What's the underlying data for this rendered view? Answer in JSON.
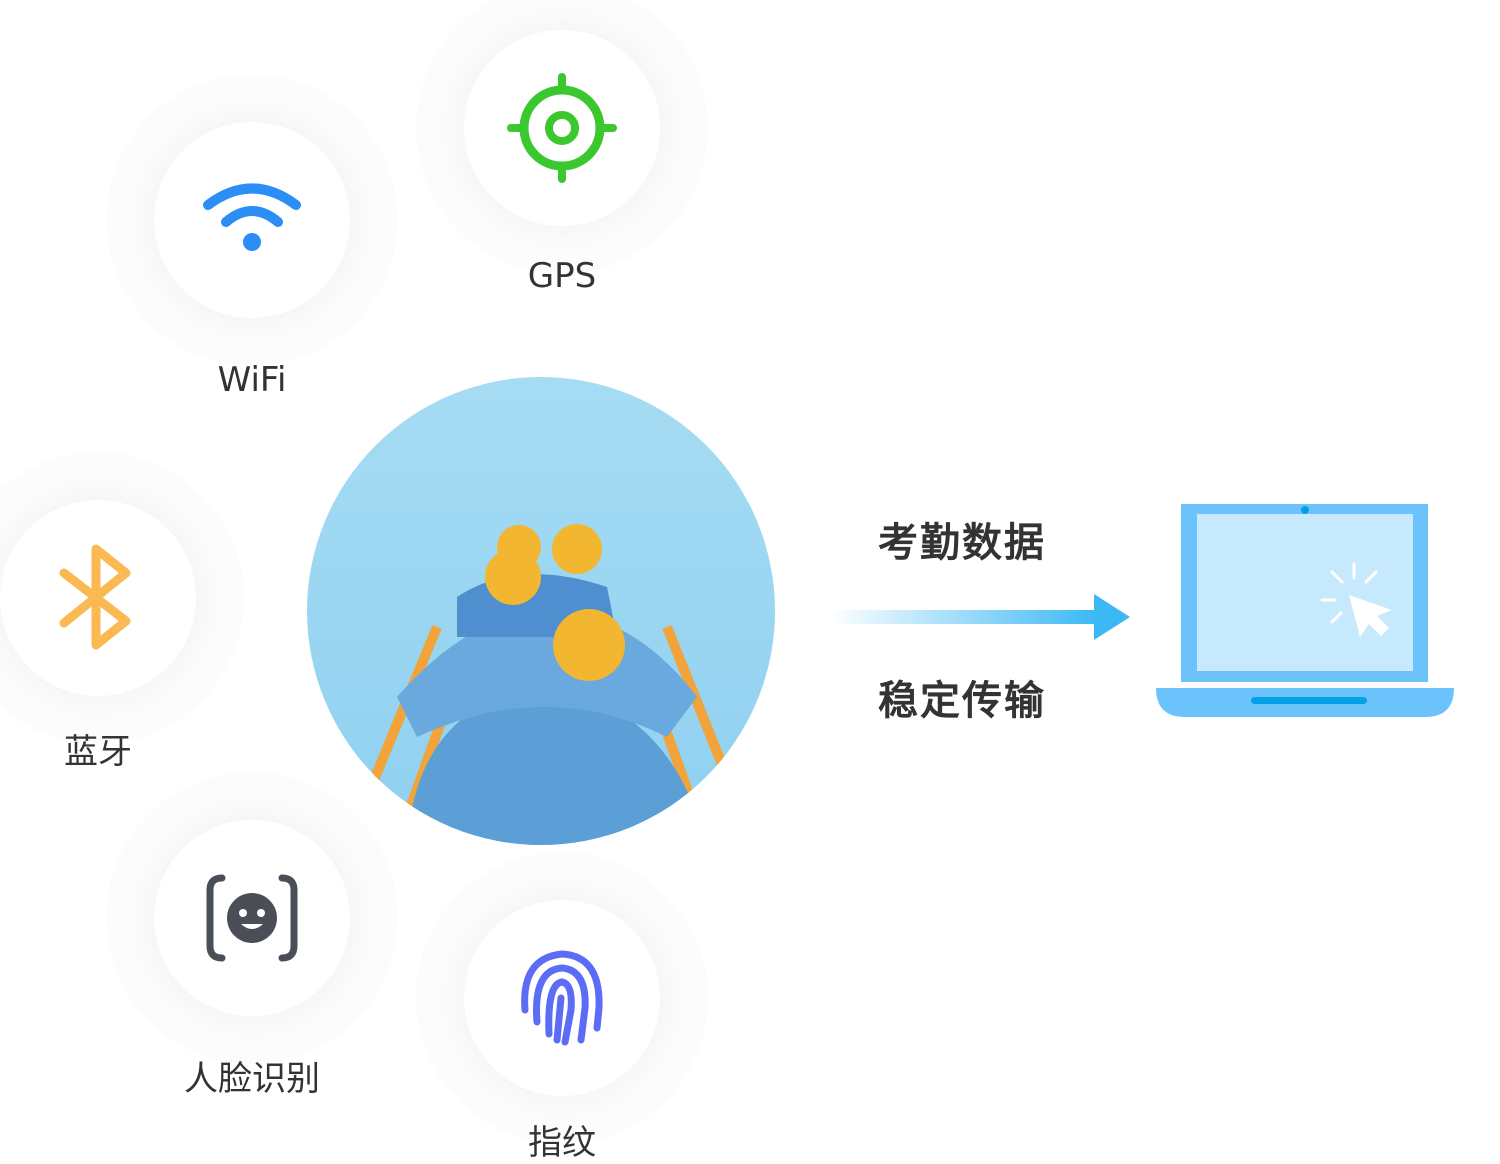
{
  "methods": [
    {
      "id": "gps",
      "label": "GPS",
      "icon": "gps-target-icon",
      "color": "#3ac82e"
    },
    {
      "id": "wifi",
      "label": "WiFi",
      "icon": "wifi-icon",
      "color": "#2a8ef5"
    },
    {
      "id": "bluetooth",
      "label": "蓝牙",
      "icon": "bluetooth-icon",
      "color": "#fbb954"
    },
    {
      "id": "face",
      "label": "人脸识别",
      "icon": "face-recognition-icon",
      "color": "#4a4f57"
    },
    {
      "id": "fingerprint",
      "label": "指纹",
      "icon": "fingerprint-icon",
      "color": "#5b6cf5"
    }
  ],
  "transfer": {
    "top_text": "考勤数据",
    "bottom_text": "稳定传输",
    "arrow_color": "#3cb8f5"
  },
  "colors": {
    "laptop": "#6cc3fc",
    "screen": "#c6e9fd",
    "accent": "#04a0e6"
  }
}
